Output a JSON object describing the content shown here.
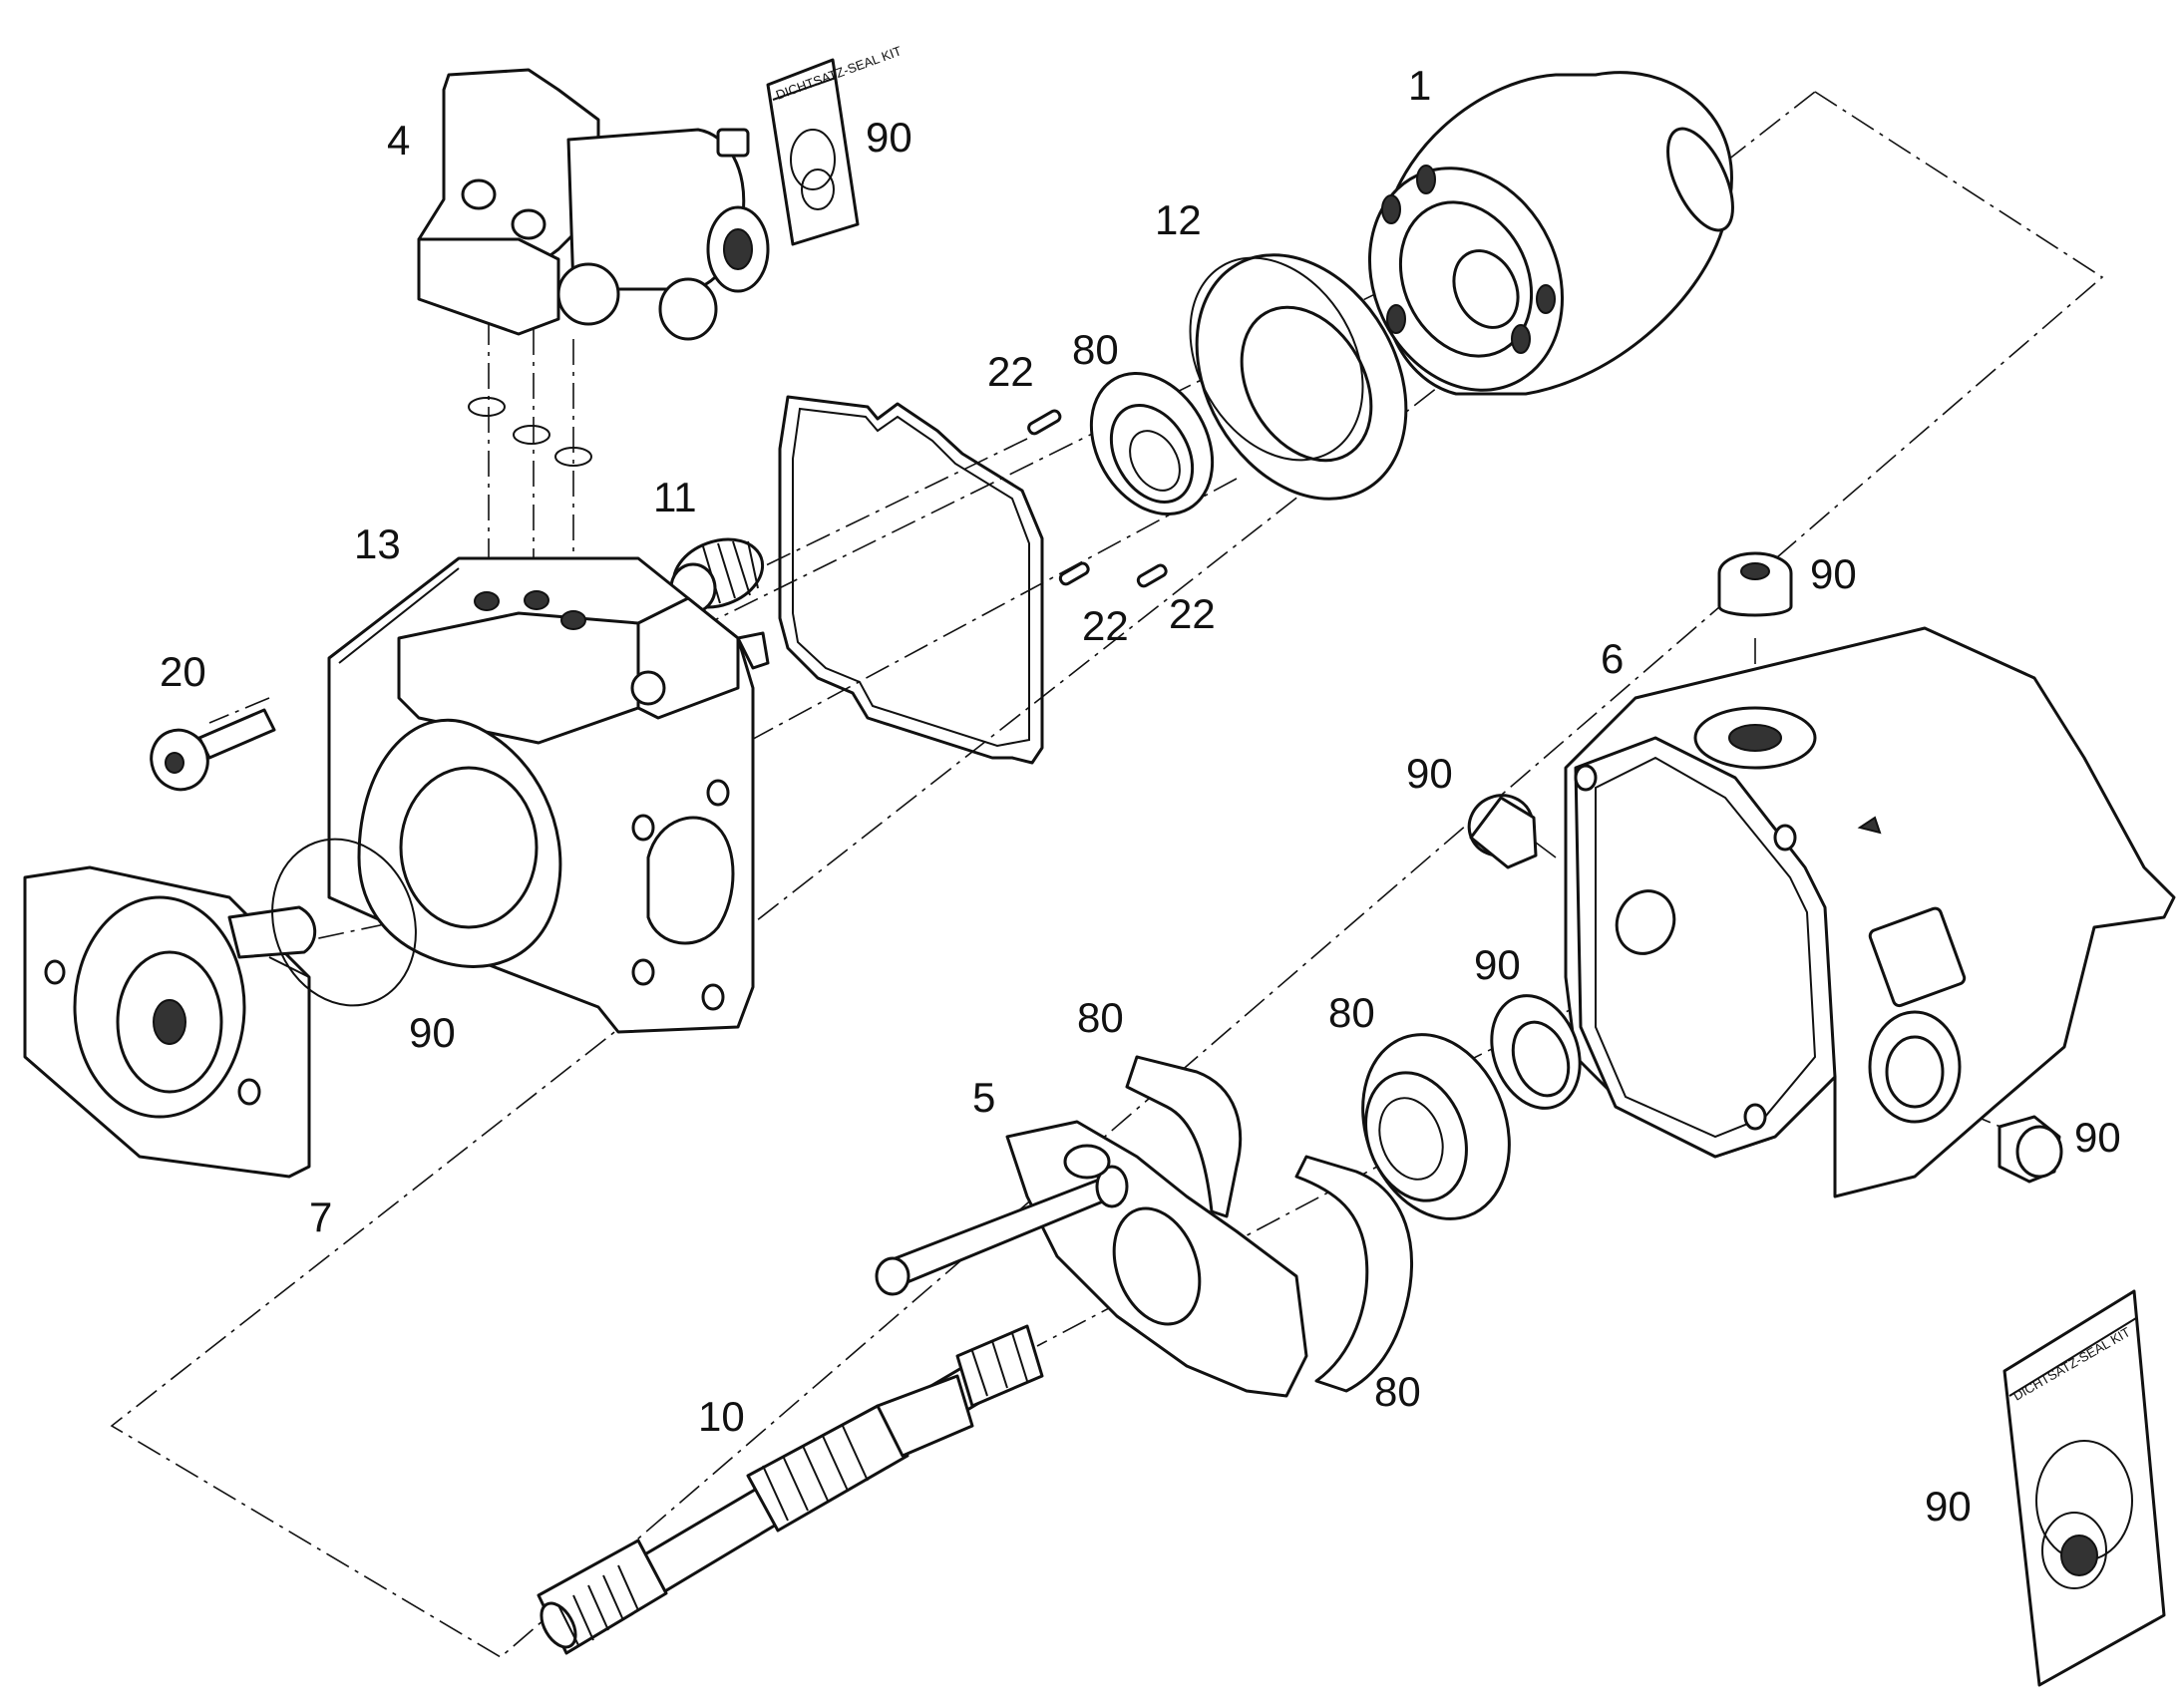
{
  "diagram": {
    "labels": {
      "p1": "1",
      "p4": "4",
      "p5": "5",
      "p6": "6",
      "p7": "7",
      "p10": "10",
      "p11": "11",
      "p12": "12",
      "p13": "13",
      "p20": "20",
      "p22a": "22",
      "p22b": "22",
      "p22c": "22",
      "p80a": "80",
      "p80b": "80",
      "p80c": "80",
      "p80d": "80",
      "p90a": "90",
      "p90b": "90",
      "p90c": "90",
      "p90d": "90",
      "p90e": "90",
      "p90f": "90",
      "p90g": "90"
    },
    "seal_kit_text": "DICHTSATZ-SEAL KIT"
  }
}
